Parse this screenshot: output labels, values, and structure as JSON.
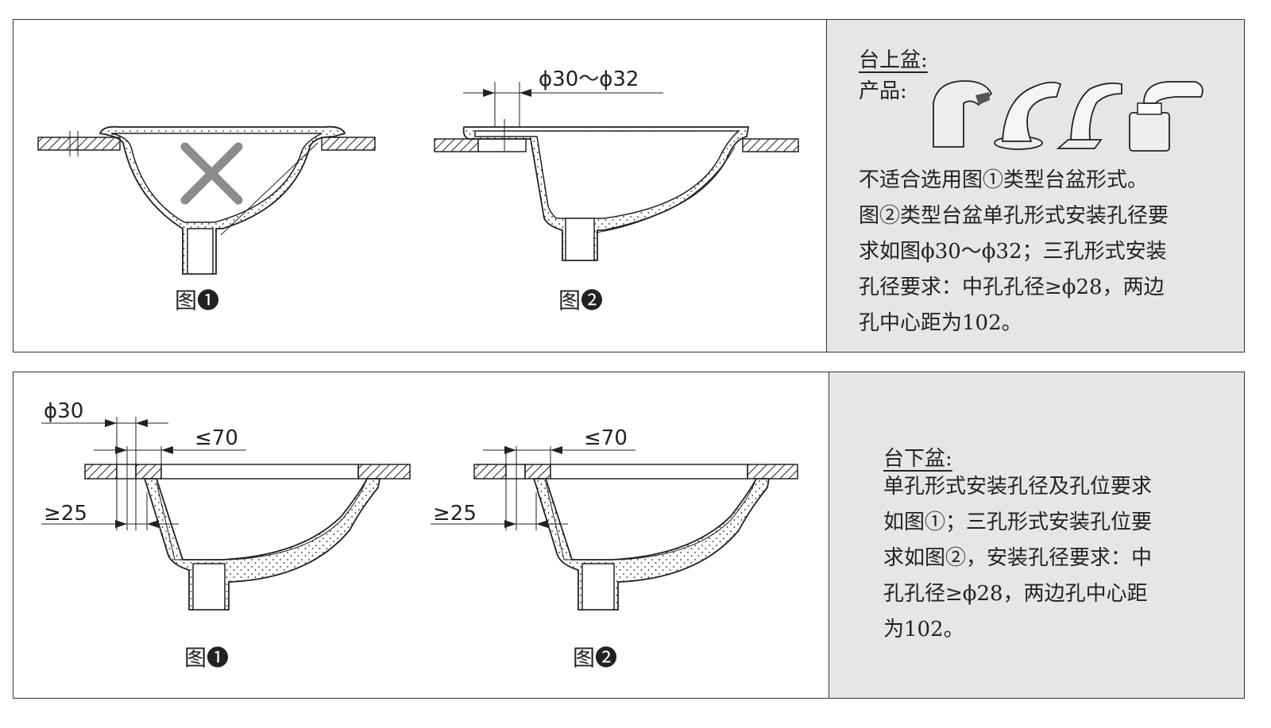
{
  "top_panel": {
    "fig1_caption": "图❶",
    "fig2_caption": "图❷",
    "fig2_dim_label": "ϕ30～ϕ32",
    "heading": "台上盆:",
    "product_label": "产品:",
    "product_icons": [
      "sensor-faucet-1-icon",
      "sensor-faucet-2-icon",
      "sensor-faucet-3-icon",
      "sensor-faucet-4-icon"
    ],
    "paragraph_lines": [
      "不适合选用图①类型台盆形式。",
      "图②类型台盆单孔形式安装孔径要",
      "求如图ϕ30～ϕ32；三孔形式安装",
      "孔径要求：中孔孔径≥ϕ28，两边",
      "孔中心距为102。"
    ]
  },
  "bottom_panel": {
    "fig1_caption": "图❶",
    "fig2_caption": "图❷",
    "fig1_dim_phi": "ϕ30",
    "fig1_dim_le": "≤70",
    "fig1_dim_ge": "≥25",
    "fig2_dim_le": "≤70",
    "fig2_dim_ge": "≥25",
    "heading": "台下盆:",
    "paragraph_lines": [
      "单孔形式安装孔径及孔位要求",
      "如图①；三孔形式安装孔位要",
      "求如图②，安装孔径要求：中",
      "孔孔径≥ϕ28，两边孔中心距",
      "为102。"
    ]
  },
  "colors": {
    "border": "#333333",
    "textbox_bg": "#e6e6e6",
    "cross": "#8c8c8c"
  }
}
